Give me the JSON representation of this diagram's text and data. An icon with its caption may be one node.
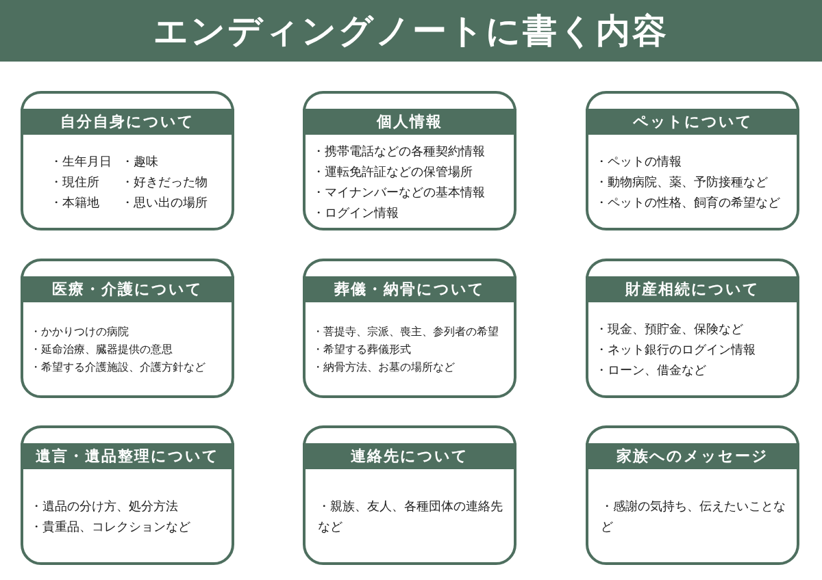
{
  "diagram": {
    "title": "エンディングノートに書く内容",
    "nodes": [
      {
        "text": [
          "自分自身について",
          "・生年月日",
          "・現住所",
          "・本籍地",
          "・趣味",
          "・好きだった物",
          "・思い出の場所"
        ]
      },
      {
        "text": [
          "個人情報",
          "・携帯電話などの各種契約情報",
          "・運転免許証などの保管場所",
          "・マイナンバーなどの基本情報",
          "・ログイン情報"
        ]
      },
      {
        "text": [
          "ペットについて",
          "・ペットの情報",
          "・動物病院、薬、予防接種など",
          "・ペットの性格、飼育の希望など"
        ]
      },
      {
        "text": [
          "医療・介護について",
          "・かかりつけの病院",
          "・延命治療、臓器提供の意思",
          "・希望する介護施設、介護方針など"
        ]
      },
      {
        "text": [
          "葬儀・納骨について",
          "・菩提寺、宗派、喪主、参列者の希望",
          "・希望する葬儀形式",
          "・納骨方法、お墓の場所など"
        ]
      },
      {
        "text": [
          "財産相続について",
          "・現金、預貯金、保険など",
          "・ネット銀行のログイン情報",
          "・ローン、借金など"
        ]
      },
      {
        "text": [
          "遺言・遺品整理について",
          "・遺品の分け方、処分方法",
          "・貴重品、コレクションなど"
        ]
      },
      {
        "text": [
          "連絡先について",
          "・親族、友人、各種団体の連絡先など"
        ]
      },
      {
        "text": [
          "家族へのメッセージ",
          "・感謝の気持ち、伝えたいことなど"
        ]
      }
    ]
  }
}
